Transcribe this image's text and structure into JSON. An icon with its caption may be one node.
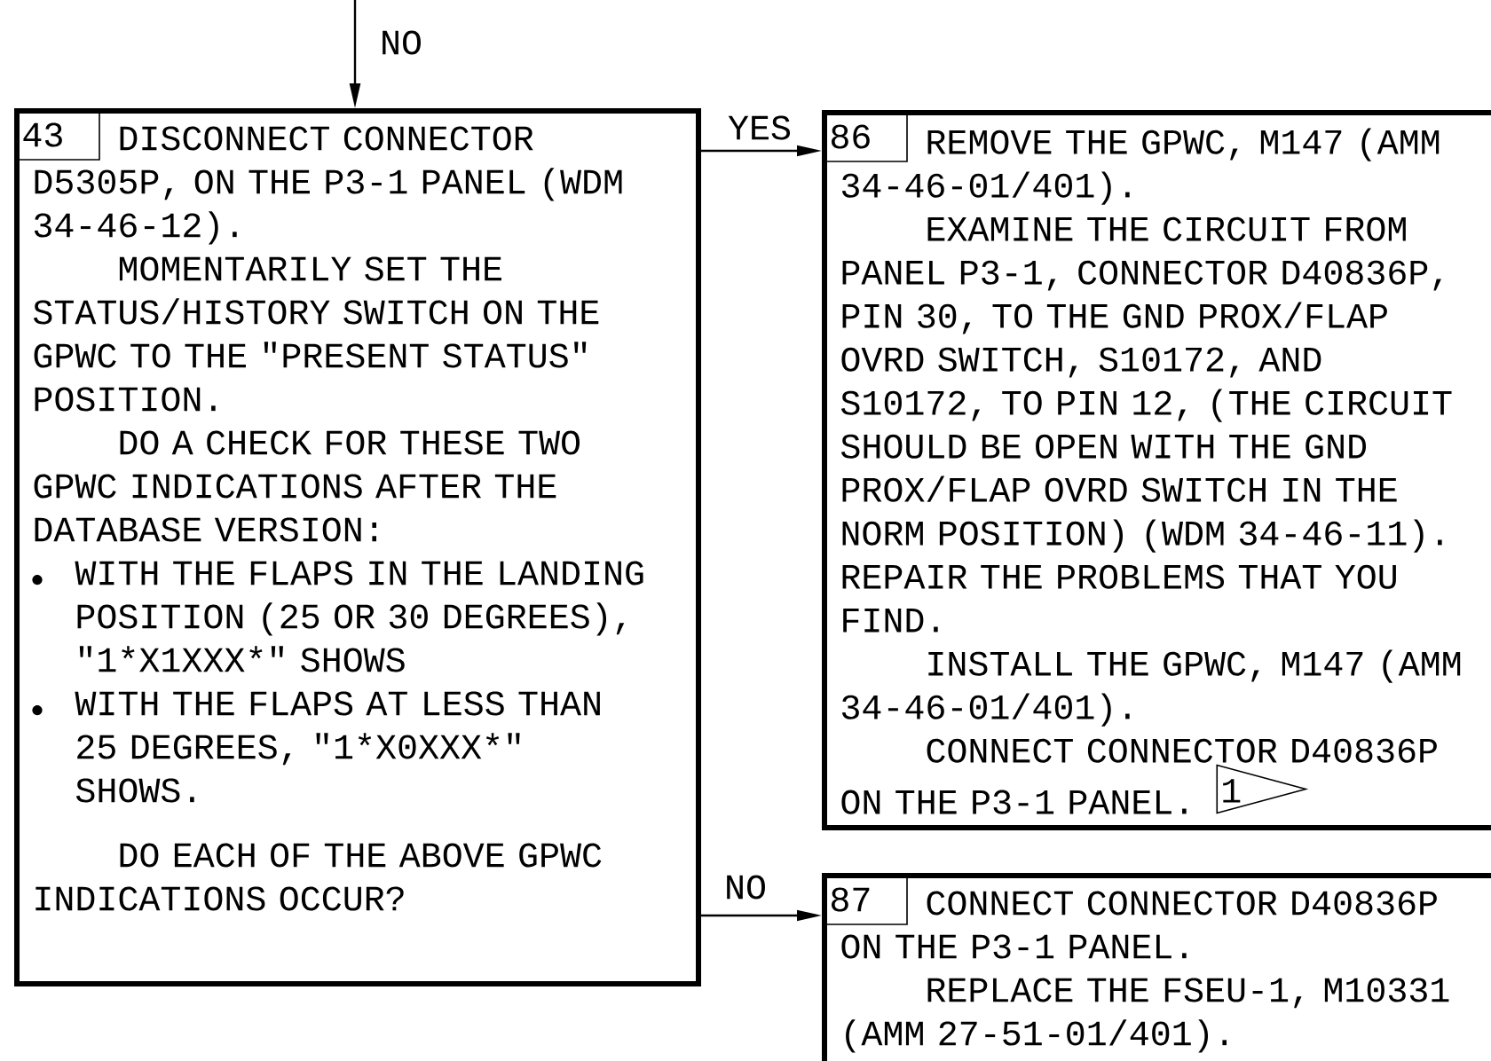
{
  "diagram": {
    "nodes": [
      {
        "text": [
          "43",
          "DISCONNECT CONNECTOR D5305P, ON THE P3-1 PANEL (WDM 34-46-12).",
          "MOMENTARILY SET THE STATUS/HISTORY SWITCH ON THE GPWC TO THE \"PRESENT STATUS\" POSITION.",
          "DO A CHECK FOR THESE TWO GPWC INDICATIONS AFTER THE DATABASE VERSION:",
          "WITH THE FLAPS IN THE LANDING POSITION (25 OR 30 DEGREES), \"1*X1XXX*\" SHOWS",
          "WITH THE FLAPS AT LESS THAN 25 DEGREES, \"1*X0XXX*\" SHOWS.",
          "DO EACH OF THE ABOVE GPWC INDICATIONS OCCUR?"
        ]
      },
      {
        "text": [
          "86",
          "REMOVE THE GPWC, M147 (AMM 34-46-01/401).",
          "EXAMINE THE CIRCUIT FROM PANEL P3-1, CONNECTOR D40836P, PIN 30, TO THE GND PROX/FLAP OVRD SWITCH, S10172, AND S10172, TO PIN 12, (THE CIRCUIT SHOULD BE OPEN WITH THE GND PROX/FLAP OVRD SWITCH IN THE NORM POSITION) (WDM 34-46-11). REPAIR THE PROBLEMS THAT YOU FIND.",
          "INSTALL THE GPWC, M147 (AMM 34-46-01/401).",
          "CONNECT CONNECTOR D40836P ON THE P3-1 PANEL."
        ]
      },
      {
        "text": [
          "87",
          "CONNECT CONNECTOR D40836P ON THE P3-1 PANEL.",
          "REPLACE THE FSEU-1, M10331 (AMM 27-51-01/401)."
        ]
      }
    ],
    "edges": [
      {
        "from": null,
        "to": 0,
        "arrow": "to",
        "label": "NO"
      },
      {
        "from": 0,
        "to": 1,
        "arrow": "to",
        "label": "YES"
      },
      {
        "from": 0,
        "to": 2,
        "arrow": "to",
        "label": "NO"
      }
    ],
    "labels": [
      "1"
    ]
  }
}
